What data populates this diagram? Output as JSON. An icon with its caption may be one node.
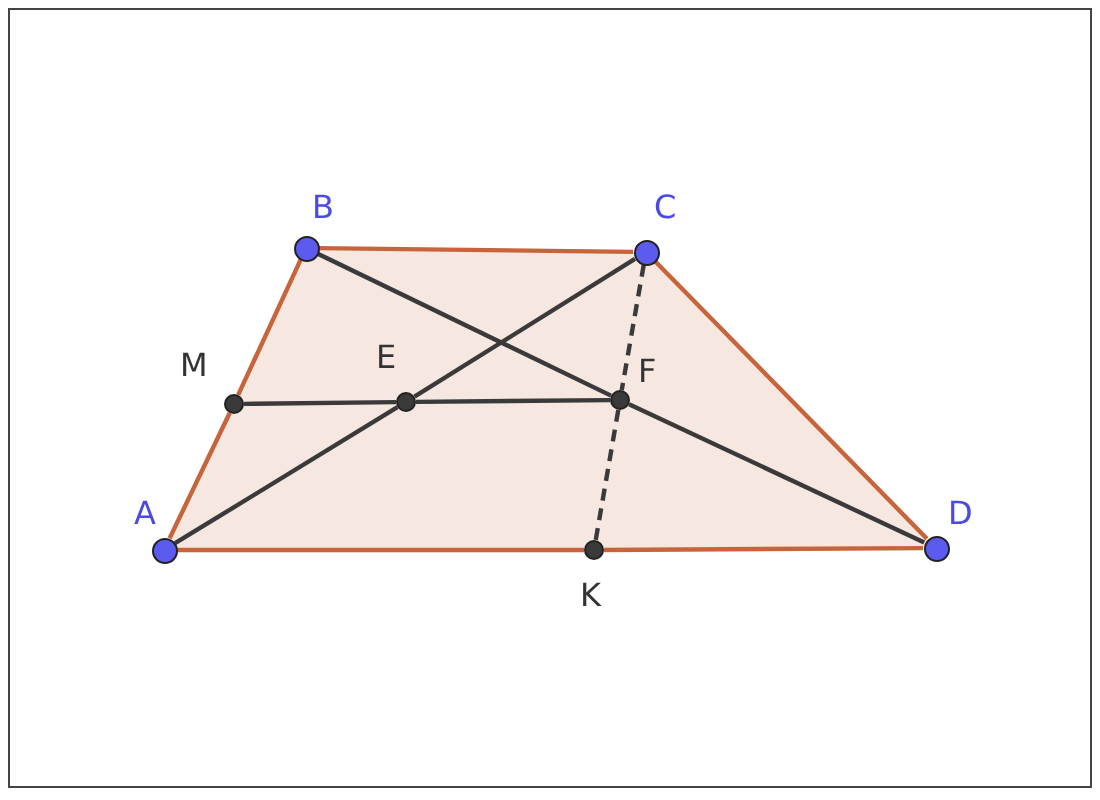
{
  "diagram": {
    "nodes": [
      {
        "text": [],
        "shape": "circle"
      },
      {
        "text": [],
        "shape": "circle"
      },
      {
        "text": [],
        "shape": "circle"
      },
      {
        "text": [],
        "shape": "circle"
      },
      {
        "text": [],
        "shape": "circle"
      },
      {
        "text": [],
        "shape": "circle"
      },
      {
        "text": [],
        "shape": "circle"
      },
      {
        "text": [],
        "shape": "circle"
      }
    ],
    "edges": [
      {
        "from": 0,
        "to": 1,
        "arrow": "none",
        "color": "#c8643c"
      },
      {
        "from": 1,
        "to": 2,
        "arrow": "none",
        "color": "#c8643c"
      },
      {
        "from": 2,
        "to": 6,
        "arrow": "none",
        "color": "#c8643c"
      },
      {
        "from": 6,
        "to": 7,
        "arrow": "none",
        "color": "#c8643c"
      },
      {
        "from": 0,
        "to": 4,
        "arrow": "none",
        "color": "#c8643c"
      },
      {
        "from": 4,
        "to": 7,
        "arrow": "none",
        "color": "#c8643c"
      },
      {
        "from": 0,
        "to": 3,
        "arrow": "none"
      },
      {
        "from": 3,
        "to": 6,
        "arrow": "none"
      },
      {
        "from": 2,
        "to": 5,
        "arrow": "none"
      },
      {
        "from": 5,
        "to": 7,
        "arrow": "none"
      },
      {
        "from": 1,
        "to": 3,
        "arrow": "none"
      },
      {
        "from": 3,
        "to": 5,
        "arrow": "none"
      },
      {
        "from": 6,
        "to": 5,
        "arrow": "none",
        "style": "dashed"
      },
      {
        "from": 5,
        "to": 4,
        "arrow": "none",
        "style": "dashed"
      }
    ],
    "labels": [
      "B",
      "C",
      "M",
      "E",
      "F",
      "A",
      "D",
      "K"
    ]
  }
}
